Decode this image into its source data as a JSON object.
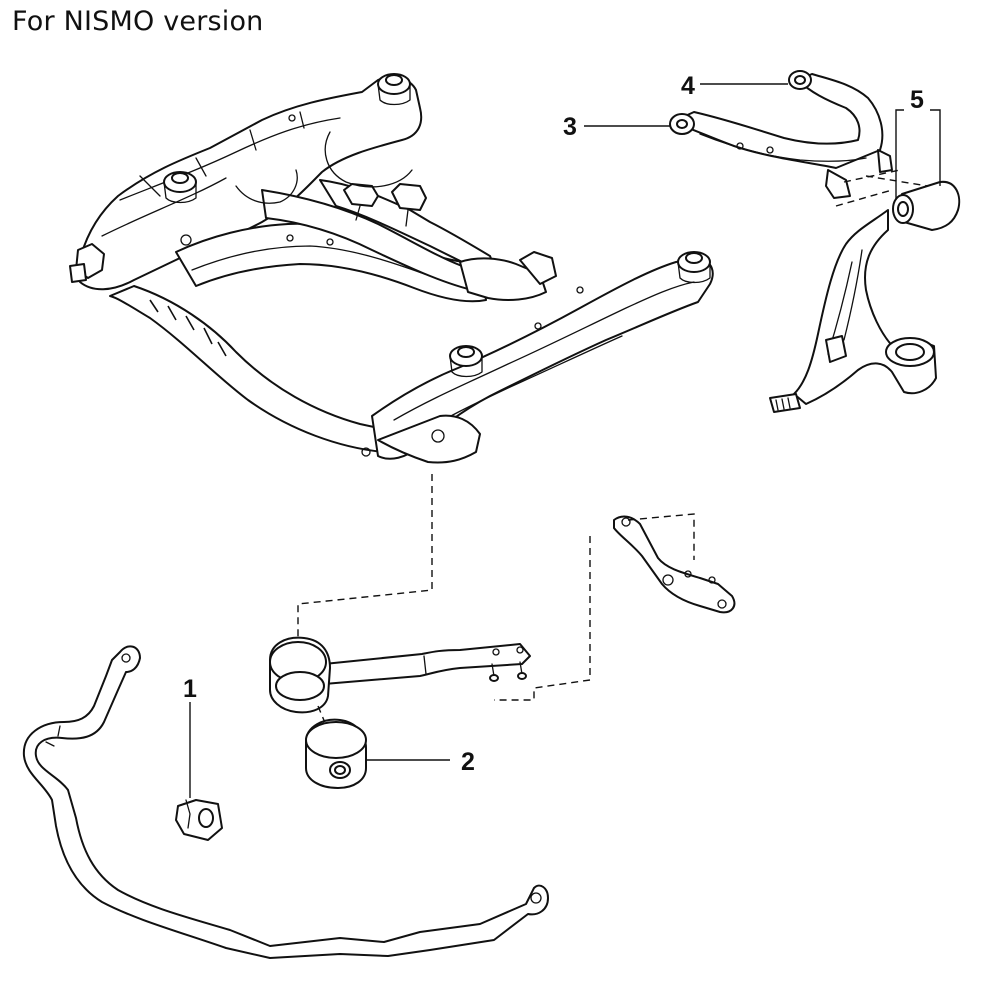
{
  "title": "For NISMO version",
  "callouts": [
    {
      "number": "1",
      "part": "stabilizer-bar-bushing"
    },
    {
      "number": "2",
      "part": "lower-link-bushing"
    },
    {
      "number": "3",
      "part": "upper-arm-front-bushing"
    },
    {
      "number": "4",
      "part": "upper-arm-rear-bushing"
    },
    {
      "number": "5",
      "part": "steering-knuckle-bushing"
    }
  ]
}
